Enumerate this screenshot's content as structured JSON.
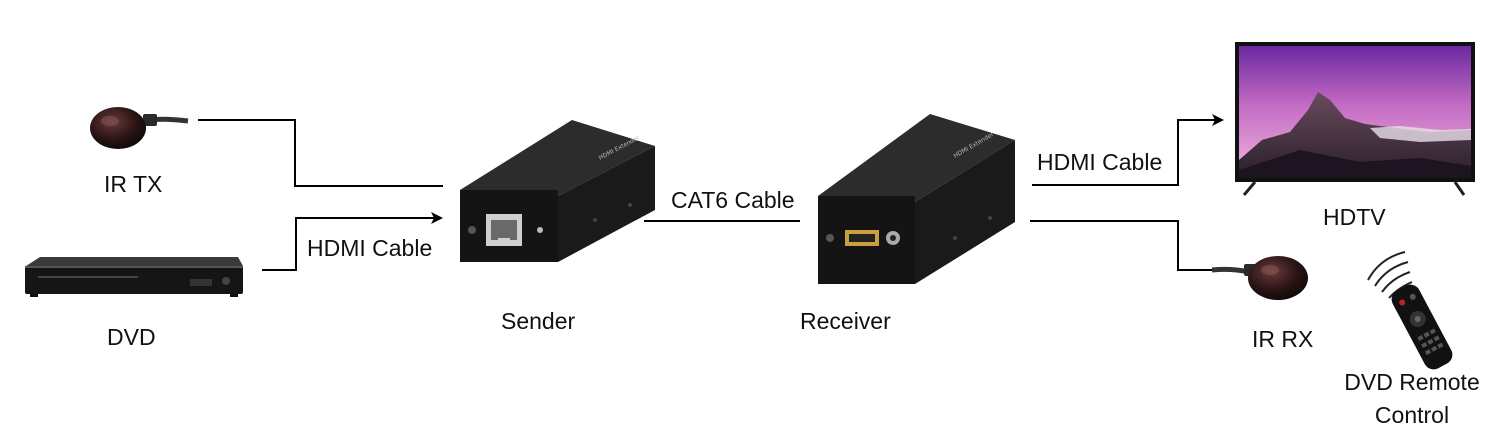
{
  "labels": {
    "ir_tx": "IR TX",
    "dvd": "DVD",
    "hdmi_cable_in": "HDMI Cable",
    "sender": "Sender",
    "cat6_cable": "CAT6 Cable",
    "receiver": "Receiver",
    "hdmi_cable_out": "HDMI Cable",
    "hdtv": "HDTV",
    "ir_rx": "IR RX",
    "remote_line1": "DVD Remote",
    "remote_line2": "Control"
  },
  "colors": {
    "line": "#000000",
    "device_body": "#1c1c1c",
    "device_top": "#2e2e2e",
    "tv_sky_top": "#7a2fa8",
    "tv_sky_bottom": "#e9a6d9"
  },
  "icons": {
    "ir_tx": "ir-emitter-icon",
    "dvd": "dvd-player-icon",
    "sender": "extender-sender-icon",
    "receiver": "extender-receiver-icon",
    "hdtv": "television-icon",
    "ir_rx": "ir-receiver-icon",
    "remote": "remote-control-icon"
  }
}
